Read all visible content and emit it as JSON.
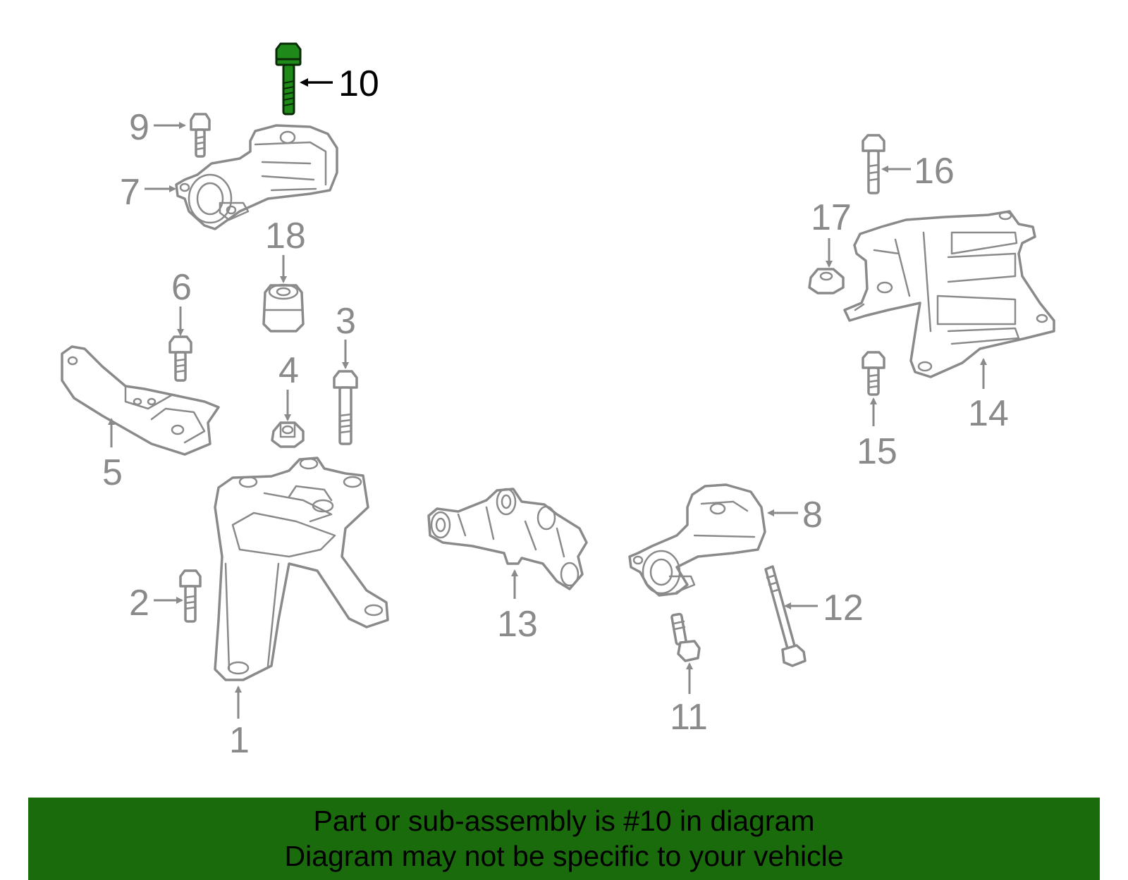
{
  "diagram": {
    "highlighted_part": "10",
    "highlight_color": "#1f8a1a",
    "callouts": [
      {
        "id": "c1",
        "label": "1"
      },
      {
        "id": "c2",
        "label": "2"
      },
      {
        "id": "c3",
        "label": "3"
      },
      {
        "id": "c4",
        "label": "4"
      },
      {
        "id": "c5",
        "label": "5"
      },
      {
        "id": "c6",
        "label": "6"
      },
      {
        "id": "c7",
        "label": "7"
      },
      {
        "id": "c8",
        "label": "8"
      },
      {
        "id": "c9",
        "label": "9"
      },
      {
        "id": "c10",
        "label": "10"
      },
      {
        "id": "c11",
        "label": "11"
      },
      {
        "id": "c12",
        "label": "12"
      },
      {
        "id": "c13",
        "label": "13"
      },
      {
        "id": "c14",
        "label": "14"
      },
      {
        "id": "c15",
        "label": "15"
      },
      {
        "id": "c16",
        "label": "16"
      },
      {
        "id": "c17",
        "label": "17"
      },
      {
        "id": "c18",
        "label": "18"
      }
    ]
  },
  "banner": {
    "line1": "Part or sub-assembly is #10 in diagram",
    "line2": "Diagram may not be specific to your vehicle",
    "color": "#1a6b0c"
  }
}
